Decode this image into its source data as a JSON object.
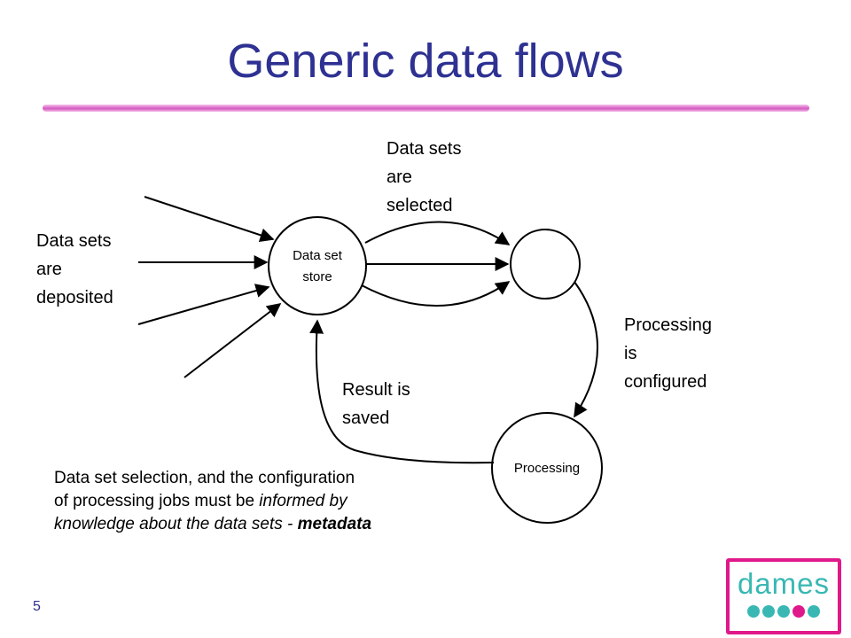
{
  "title": "Generic data flows",
  "diagram": {
    "store_node": {
      "line1": "Data set",
      "line2": "store"
    },
    "processing_node": "Processing",
    "deposited": [
      "Data sets",
      "are",
      "deposited"
    ],
    "selected": [
      "Data sets",
      "are",
      "selected"
    ],
    "configured": [
      "Processing",
      "is",
      "configured"
    ],
    "saved": [
      "Result is",
      "saved"
    ]
  },
  "note": {
    "part1": "Data set selection, and the configuration of processing jobs must be ",
    "part2": "informed by knowledge about the data sets - ",
    "part3": "metadata"
  },
  "slide_number": "5",
  "logo": {
    "text": "dames",
    "dot_colors": [
      "#39b8b3",
      "#39b8b3",
      "#39b8b3",
      "#e0198a",
      "#39b8b3"
    ]
  },
  "colors": {
    "title": "#2e3192",
    "rule": "#d35bc0",
    "logo_pink": "#e0198a",
    "logo_teal": "#39b8b3"
  }
}
